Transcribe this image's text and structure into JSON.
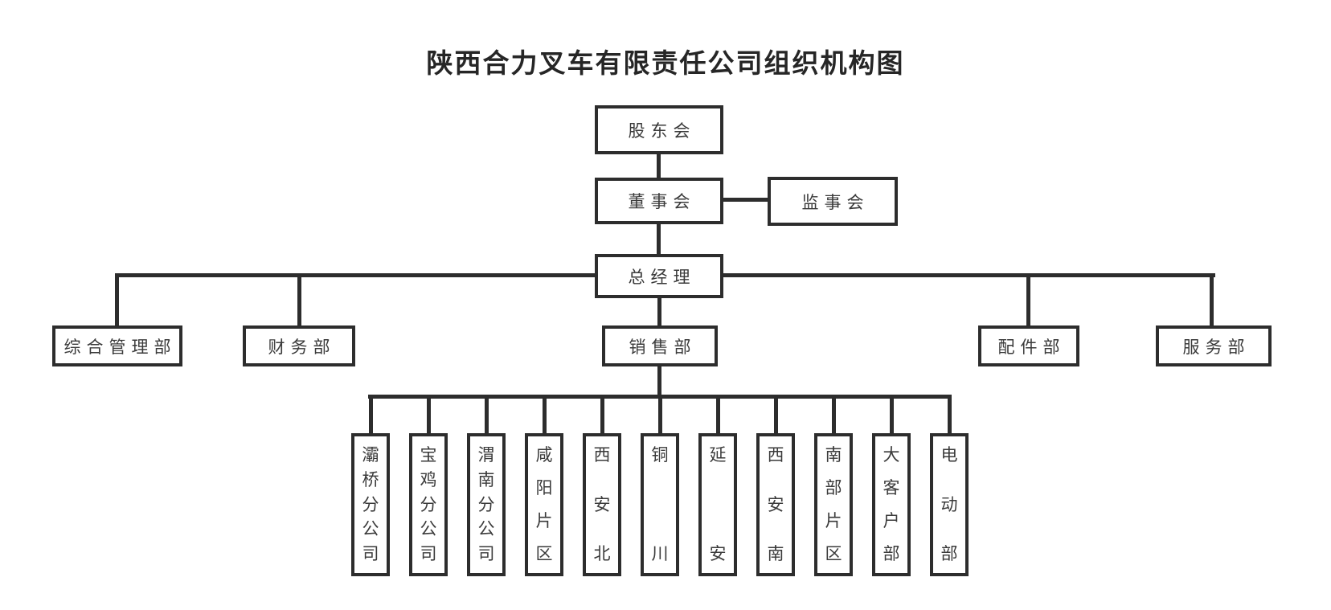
{
  "title": "陕西合力叉车有限责任公司组织机构图",
  "org": {
    "shareholders": {
      "label": "股东会"
    },
    "board": {
      "label": "董事会"
    },
    "supervisory": {
      "label": "监事会"
    },
    "general_manager": {
      "label": "总经理"
    },
    "departments": [
      {
        "label": "综合管理部"
      },
      {
        "label": "财务部"
      },
      {
        "label": "销售部"
      },
      {
        "label": "配件部"
      },
      {
        "label": "服务部"
      }
    ],
    "sales_units": [
      {
        "label": "灞桥分公司"
      },
      {
        "label": "宝鸡分公司"
      },
      {
        "label": "渭南分公司"
      },
      {
        "label": "咸阳片区"
      },
      {
        "label": "西安北"
      },
      {
        "label": "铜川"
      },
      {
        "label": "延安"
      },
      {
        "label": "西安南"
      },
      {
        "label": "南部片区"
      },
      {
        "label": "大客户部"
      },
      {
        "label": "电动部"
      }
    ]
  },
  "colors": {
    "line": "#2d2d2d",
    "box_border": "#2d2d2d",
    "box_text": "#3a3a3a",
    "title_text": "#262626",
    "background": "#ffffff"
  }
}
